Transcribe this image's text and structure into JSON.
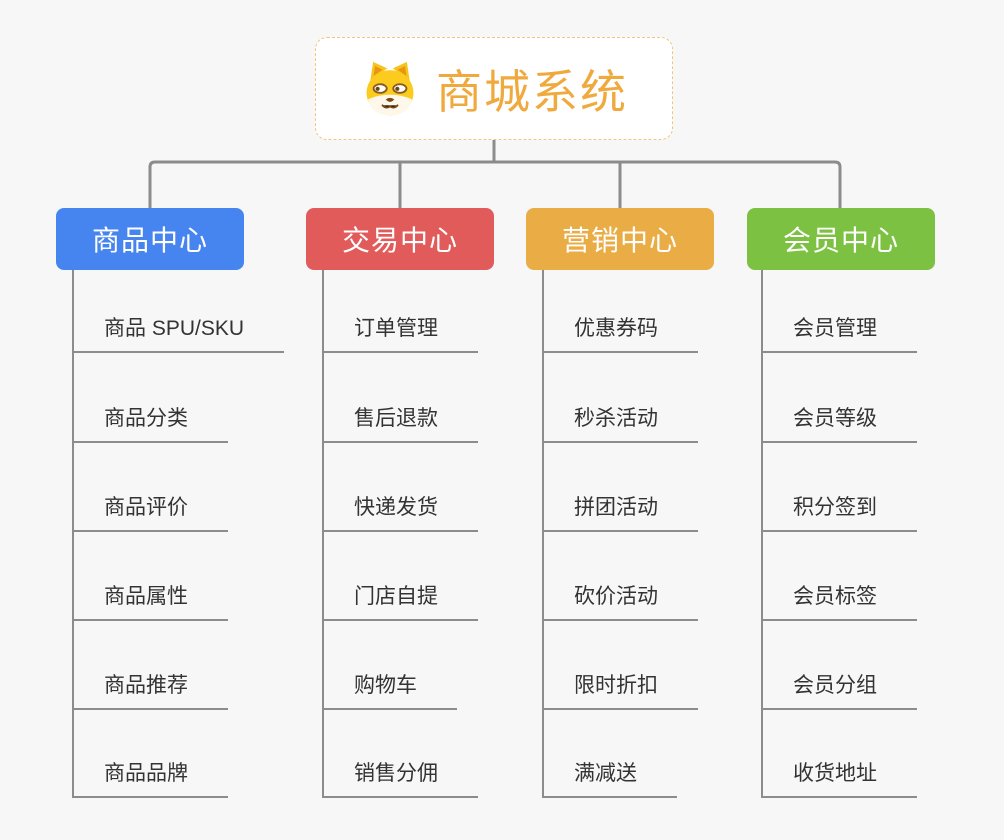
{
  "root": {
    "title": "商城系统",
    "icon": "shiba-dog-icon",
    "text_color": "#f0a93c",
    "border_color": "#f2c57e"
  },
  "colors": {
    "background": "#f7f7f7",
    "connector": "#8c8c8c",
    "item_text": "#333333"
  },
  "branches": [
    {
      "label": "商品中心",
      "color": "#4685f0",
      "items": [
        "商品 SPU/SKU",
        "商品分类",
        "商品评价",
        "商品属性",
        "商品推荐",
        "商品品牌"
      ]
    },
    {
      "label": "交易中心",
      "color": "#e25b5b",
      "items": [
        "订单管理",
        "售后退款",
        "快递发货",
        "门店自提",
        "购物车",
        "销售分佣"
      ]
    },
    {
      "label": "营销中心",
      "color": "#eaac44",
      "items": [
        "优惠券码",
        "秒杀活动",
        "拼团活动",
        "砍价活动",
        "限时折扣",
        "满减送"
      ]
    },
    {
      "label": "会员中心",
      "color": "#7cc142",
      "items": [
        "会员管理",
        "会员等级",
        "积分签到",
        "会员标签",
        "会员分组",
        "收货地址"
      ]
    }
  ]
}
